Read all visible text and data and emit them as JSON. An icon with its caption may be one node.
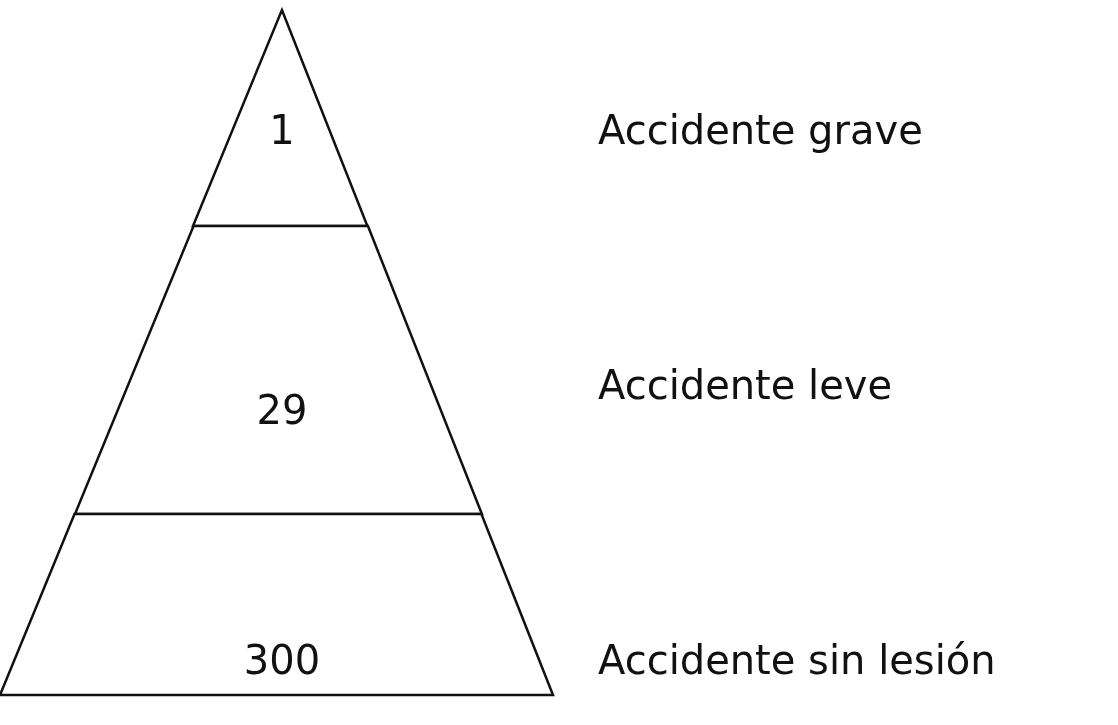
{
  "diagram": {
    "nodes": [
      {
        "text": [
          "1"
        ]
      },
      {
        "text": [
          "29"
        ]
      },
      {
        "text": [
          "300"
        ]
      }
    ],
    "labels": [
      "Accidente grave",
      "Accidente leve",
      "Accidente sin lesión"
    ]
  }
}
